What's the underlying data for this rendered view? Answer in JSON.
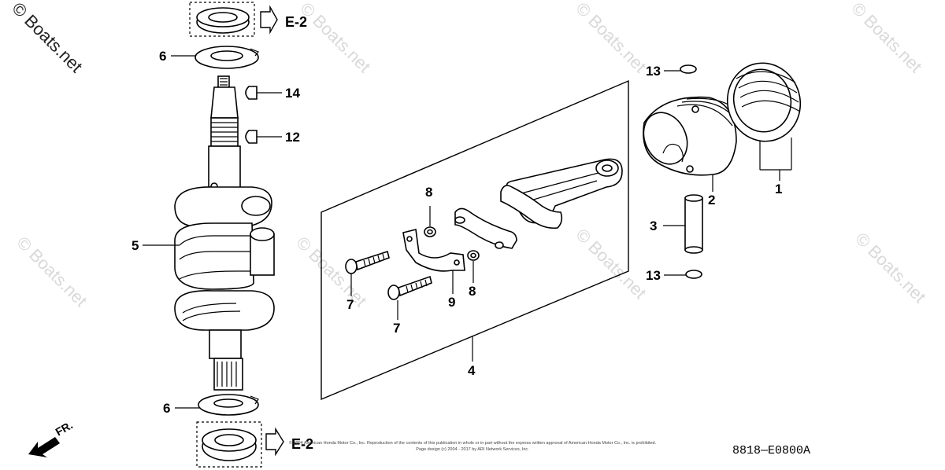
{
  "diagram": {
    "watermark": "© Boats.net",
    "part_code": "8818—E0800A",
    "direction_label": "FR.",
    "reference_label": "E-2",
    "copyright_line1": "© 2004 American Honda Motor Co., Inc. Reproduction of the contents of this publication in whole or in part without the express written approval of American Honda Motor Co., Inc. is prohibited.",
    "copyright_line2": "Page design (c) 2004 - 2017 by ARI Network Services, Inc.",
    "callouts": {
      "c1": "1",
      "c2": "2",
      "c3": "3",
      "c4": "4",
      "c5": "5",
      "c6_top": "6",
      "c6_bottom": "6",
      "c7_upper": "7",
      "c7_lower": "7",
      "c8_upper": "8",
      "c8_lower": "8",
      "c9": "9",
      "c12": "12",
      "c13_upper": "13",
      "c13_lower": "13",
      "c14": "14"
    }
  }
}
